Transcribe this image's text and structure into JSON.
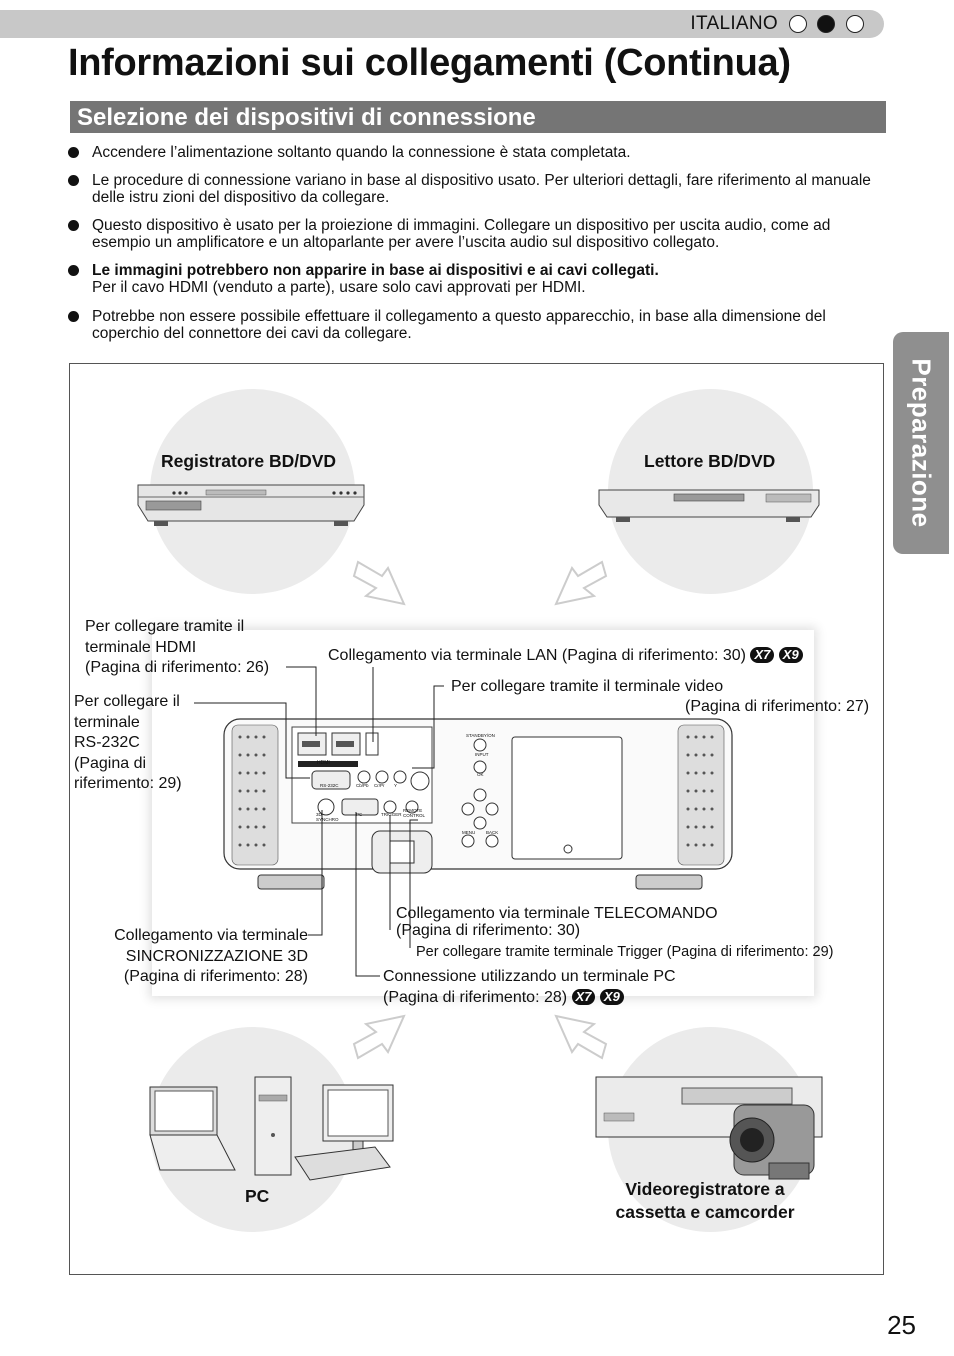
{
  "header": {
    "language": "ITALIANO",
    "title": "Informazioni sui collegamenti (Continua)",
    "section_title": "Selezione dei dispositivi di connessione"
  },
  "bullets": [
    {
      "bold": "",
      "text": "Accendere l’alimentazione soltanto quando la connessione è stata completata."
    },
    {
      "bold": "",
      "text": "Le procedure di connessione variano in base al dispositivo usato. Per ulteriori dettagli, fare riferimento al manuale delle istru zioni del dispositivo da collegare."
    },
    {
      "bold": "",
      "text": "Questo dispositivo è usato per la proiezione di immagini. Collegare un dispositivo per uscita audio, come ad esempio un amplificatore e un altoparlante per avere l’uscita audio sul dispositivo collegato."
    },
    {
      "bold": "Le immagini potrebbero non apparire in base ai dispositivi e ai cavi collegati.",
      "text": "Per il cavo HDMI (venduto a parte), usare solo cavi approvati per HDMI."
    },
    {
      "bold": "",
      "text": "Potrebbe non essere possibile effettuare il collegamento a questo apparecchio, in base alla dimensione del coperchio del connettore dei cavi da collegare."
    }
  ],
  "side_tab": "Preparazione",
  "devices": {
    "bd_recorder": "Registratore BD/DVD",
    "bd_player": "Lettore BD/DVD",
    "pc": "PC",
    "vcr": "Videoregistratore a cassetta e camcorder"
  },
  "callouts": {
    "hdmi": [
      "Per collegare tramite il",
      "terminale HDMI",
      "(Pagina di riferimento: 26)"
    ],
    "lan": "Collegamento via terminale LAN (Pagina di riferimento: 30)",
    "rs232": [
      "Per collegare il",
      "terminale",
      "RS-232C",
      "(Pagina di",
      "riferimento: 29)"
    ],
    "video_1": "Per collegare tramite il terminale video",
    "video_2": "(Pagina di riferimento: 27)",
    "sync3d": [
      "Collegamento via terminale",
      "SINCRONIZZAZIONE 3D",
      "(Pagina di riferimento: 28)"
    ],
    "remote": [
      "Collegamento via terminale TELECOMANDO",
      "(Pagina di riferimento: 30)"
    ],
    "trigger": "Per collegare tramite terminale Trigger (Pagina di riferimento: 29)",
    "pc_term": [
      "Connessione utilizzando un terminale PC",
      "(Pagina di riferimento: 28)"
    ]
  },
  "badges": [
    "X7",
    "X9"
  ],
  "panel_labels": {
    "hdmi": "HDMI",
    "rs232": "RS-232C",
    "cbpb": "Cb/Pb",
    "crpr": "Cr/Pr",
    "y": "Y",
    "sync": "3D SYNCHRO",
    "pc": "PC",
    "trigger": "TRIGGER",
    "remote": "REMOTE CONTROL",
    "standby": "STANDBY/ON",
    "input": "INPUT",
    "ok": "OK",
    "menu": "MENU",
    "back": "BACK"
  },
  "page_number": "25"
}
